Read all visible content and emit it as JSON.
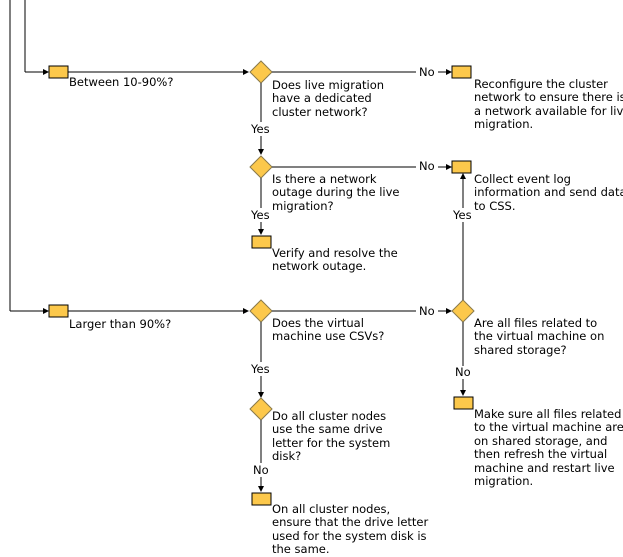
{
  "colors": {
    "shape_fill": "#fcc84b",
    "line": "#000000",
    "background": "#ffffff"
  },
  "conditions": {
    "between": "Between 10-90%?",
    "larger": "Larger than 90%?"
  },
  "questions": {
    "q1": [
      "Does live migration",
      "have a dedicated",
      "cluster network?"
    ],
    "q2": [
      "Is there a  network",
      "outage during the live",
      "migration?"
    ],
    "q3": [
      "Does the virtual",
      "machine use CSVs?"
    ],
    "q4": [
      "Do all cluster nodes",
      "use the same drive",
      "letter for the system",
      "disk?"
    ],
    "q5": [
      "Are all files related to",
      "the virtual machine on",
      "shared storage?"
    ]
  },
  "actions": {
    "a1": [
      "Reconfigure the cluster",
      "network to ensure there is",
      "a network available for live",
      "migration."
    ],
    "a2": [
      "Collect event log",
      "information and send data",
      "to CSS."
    ],
    "a3": [
      "Verify and resolve the",
      "network outage."
    ],
    "a4": [
      "Make sure all files related",
      "to the virtual machine are",
      "on shared storage, and",
      "then refresh the virtual",
      "machine and restart live",
      "migration."
    ],
    "a5": [
      "On all cluster nodes,",
      "ensure that the drive letter",
      "used for the system disk is",
      "the same."
    ]
  },
  "edge_labels": {
    "q1_no": "No",
    "q1_yes": "Yes",
    "q2_no": "No",
    "q2_yes": "Yes",
    "q3_no": "No",
    "q3_yes": "Yes",
    "q4_no": "No",
    "q5_yes": "Yes",
    "q5_no": "No"
  }
}
